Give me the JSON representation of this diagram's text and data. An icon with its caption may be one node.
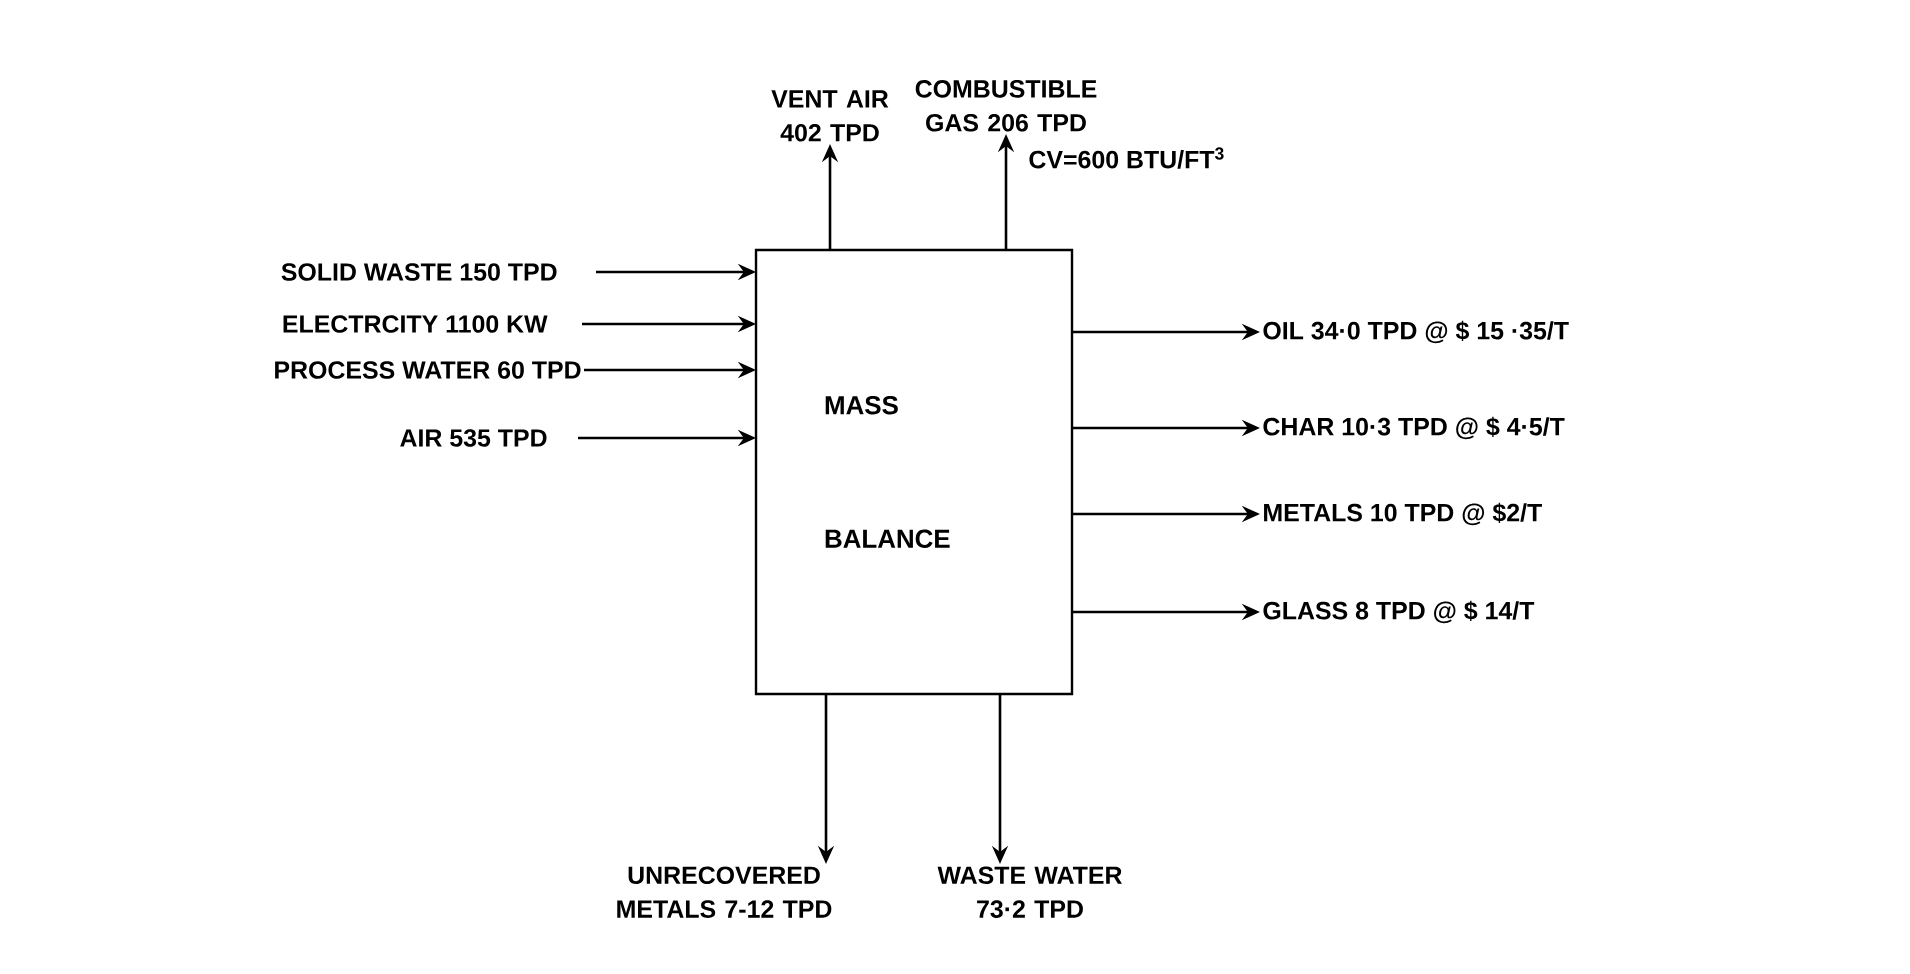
{
  "diagram": {
    "nodes": [
      {
        "text": [
          "MASS BALANCE"
        ]
      },
      {
        "text": [
          "VENT AIR 402 TPD"
        ]
      },
      {
        "text": [
          "COMBUSTIBLE GAS 206 TPD"
        ],
        "beside": [
          "CV=600 BTU/FT$^{3}$"
        ]
      },
      {
        "text": [
          "SOLID WASTE 150 TPD"
        ]
      },
      {
        "text": [
          "ELECTRCITY 1100 KW"
        ]
      },
      {
        "text": [
          "PROCESS WATER 60 TPD"
        ]
      },
      {
        "text": [
          "AIR 535 TPD"
        ]
      },
      {
        "text": [
          "OIL 34·0 TPD @ $ 15 ·35/T"
        ]
      },
      {
        "text": [
          "CHAR 10·3 TPD @ $ 4·5/T"
        ]
      },
      {
        "text": [
          "METALS 10 TPD @ $2/T"
        ]
      },
      {
        "text": [
          "GLASS 8 TPD @ $ 14/T"
        ]
      },
      {
        "text": [
          "UNRECOVERED METALS 7-12 TPD"
        ]
      },
      {
        "text": [
          "WASTE WATER 73·2 TPD"
        ]
      }
    ],
    "edges": [
      {
        "from": 0,
        "to": 1,
        "arrow": "to"
      },
      {
        "from": 0,
        "to": 2,
        "arrow": "to"
      },
      {
        "from": 3,
        "to": 0,
        "arrow": "to"
      },
      {
        "from": 4,
        "to": 0,
        "arrow": "to"
      },
      {
        "from": 5,
        "to": 0,
        "arrow": "to"
      },
      {
        "from": 6,
        "to": 0,
        "arrow": "to"
      },
      {
        "from": 0,
        "to": 7,
        "arrow": "to"
      },
      {
        "from": 0,
        "to": 8,
        "arrow": "to"
      },
      {
        "from": 0,
        "to": 9,
        "arrow": "to"
      },
      {
        "from": 0,
        "to": 10,
        "arrow": "to"
      },
      {
        "from": 0,
        "to": 11,
        "arrow": "to"
      },
      {
        "from": 0,
        "to": 12,
        "arrow": "to"
      }
    ]
  }
}
